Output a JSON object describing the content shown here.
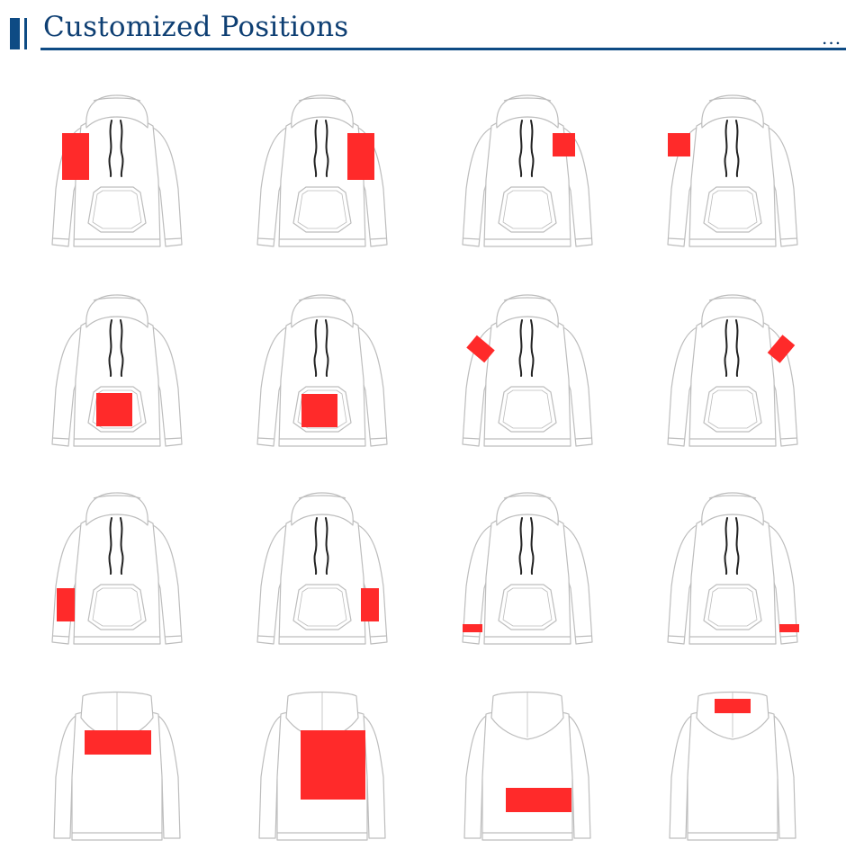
{
  "header": {
    "title": "Customized Positions",
    "more": "..."
  },
  "colors": {
    "accent": "#0e4b84",
    "print_area": "#ff2a2a",
    "outline": "#bdbdbd",
    "drawstring": "#222222"
  },
  "positions": [
    {
      "view": "front",
      "print_area": "left-chest-large"
    },
    {
      "view": "front",
      "print_area": "right-chest-large"
    },
    {
      "view": "front",
      "print_area": "right-chest-small"
    },
    {
      "view": "front",
      "print_area": "left-chest-small"
    },
    {
      "view": "front",
      "print_area": "pocket-center"
    },
    {
      "view": "front",
      "print_area": "pocket-center-alt"
    },
    {
      "view": "front",
      "print_area": "right-shoulder"
    },
    {
      "view": "front",
      "print_area": "left-shoulder"
    },
    {
      "view": "front",
      "print_area": "right-forearm"
    },
    {
      "view": "front",
      "print_area": "left-forearm"
    },
    {
      "view": "front",
      "print_area": "right-cuff"
    },
    {
      "view": "front",
      "print_area": "left-cuff"
    },
    {
      "view": "back",
      "print_area": "upper-back-wide"
    },
    {
      "view": "back",
      "print_area": "full-back"
    },
    {
      "view": "back",
      "print_area": "lower-back"
    },
    {
      "view": "back",
      "print_area": "hood-back"
    }
  ]
}
